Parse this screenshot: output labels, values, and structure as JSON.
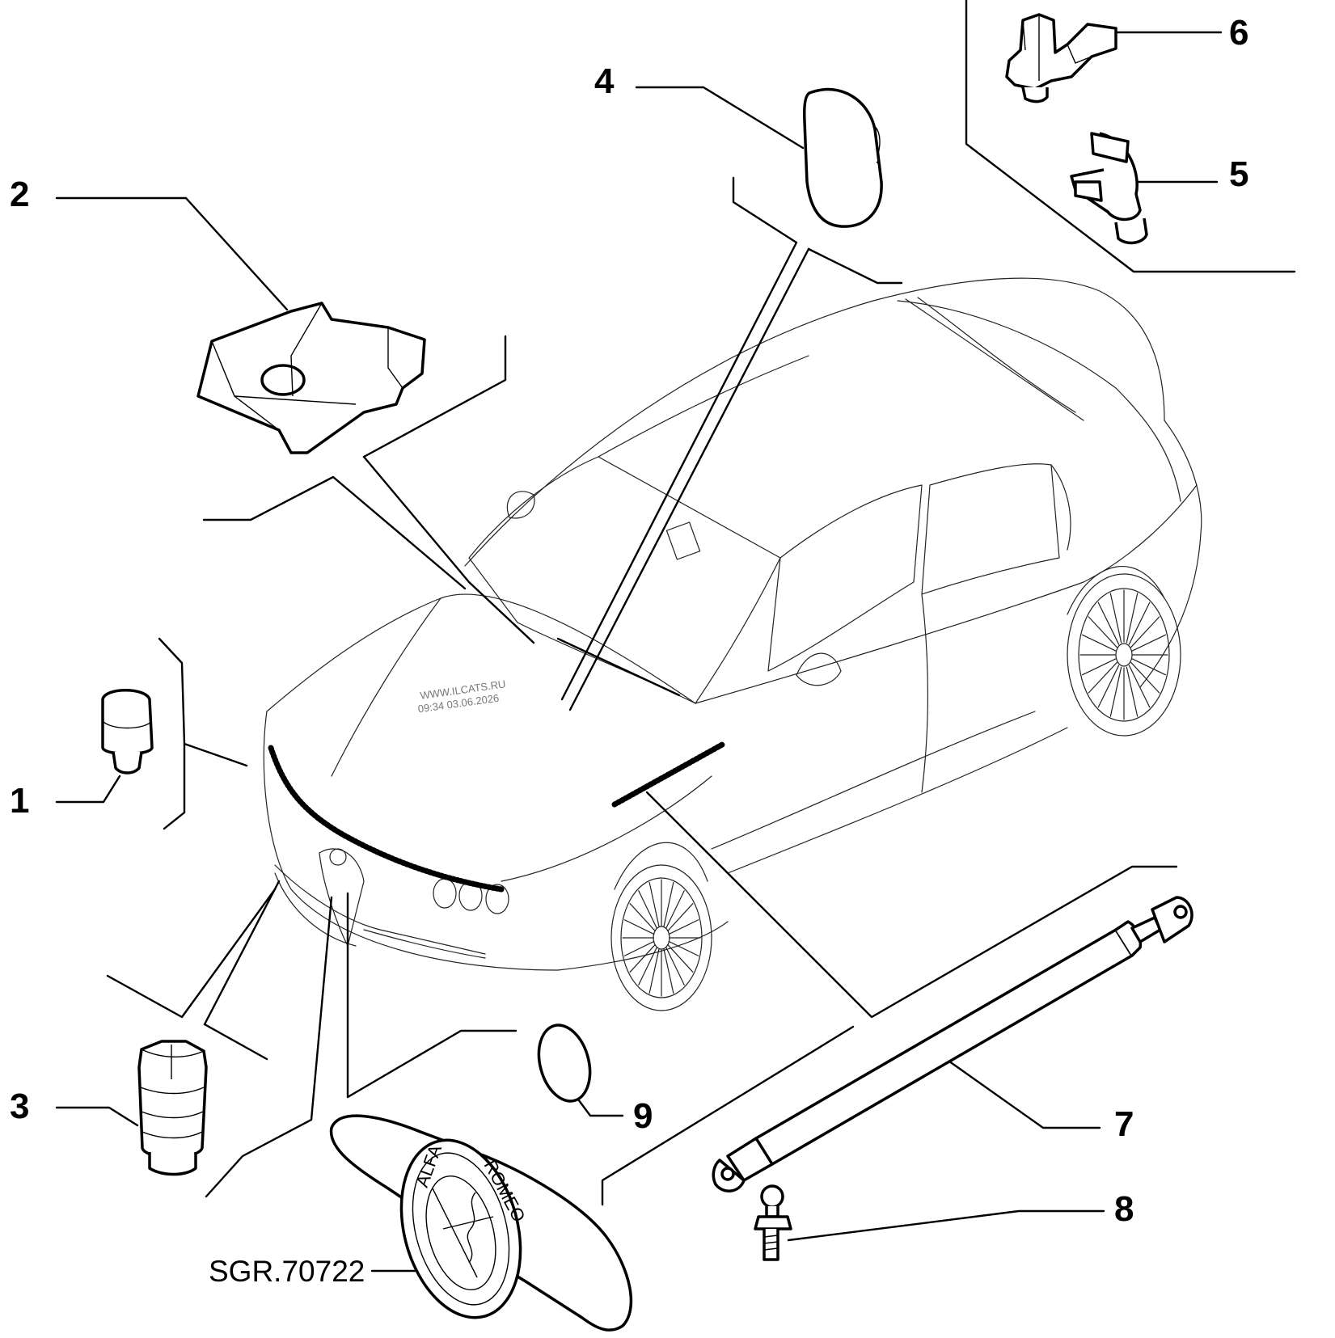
{
  "diagram": {
    "drawing_code": "SGR.70722",
    "watermark": {
      "line1": "WWW.ILCATS.RU",
      "line2": "09:34 03.06.2026"
    },
    "callouts": [
      {
        "id": "1",
        "label": "1"
      },
      {
        "id": "2",
        "label": "2"
      },
      {
        "id": "3",
        "label": "3"
      },
      {
        "id": "4",
        "label": "4"
      },
      {
        "id": "5",
        "label": "5"
      },
      {
        "id": "6",
        "label": "6"
      },
      {
        "id": "7",
        "label": "7"
      },
      {
        "id": "8",
        "label": "8"
      },
      {
        "id": "9",
        "label": "9"
      }
    ],
    "emblem_text": {
      "left": "ALFA",
      "right": "ROMEO"
    }
  }
}
